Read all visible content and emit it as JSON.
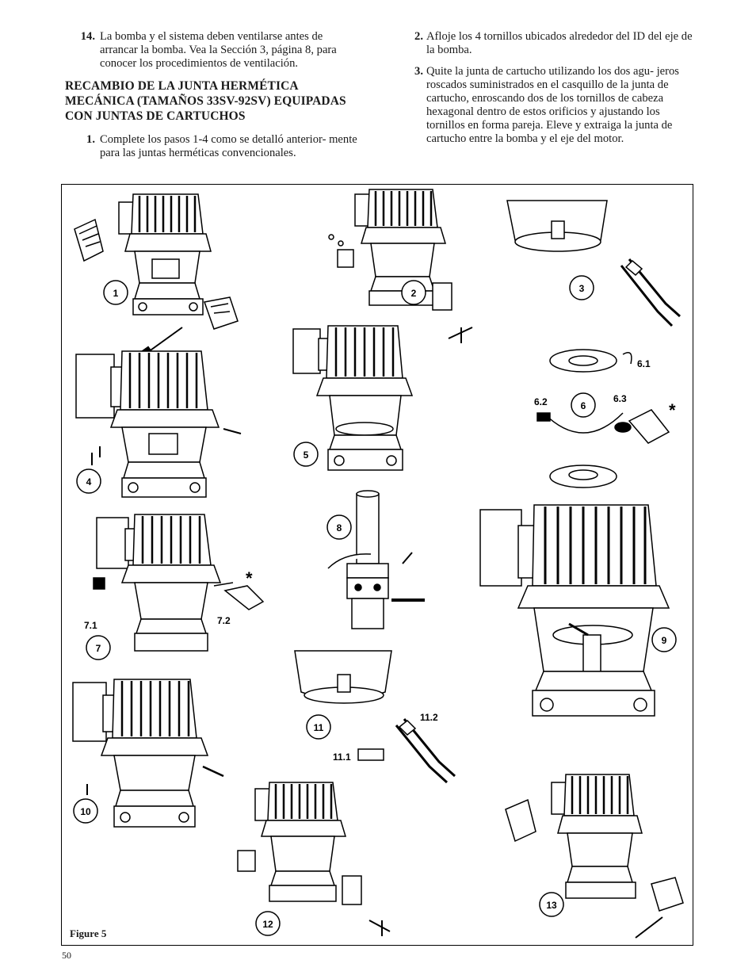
{
  "left_column": {
    "step14": {
      "number": "14.",
      "text": "La bomba y el sistema deben ventilarse antes de arrancar la bomba. Vea la Sección 3, página 8, para conocer los procedimientos de ventilación."
    },
    "heading": "Recambio de la junta hermética mecánica (tamaños 33SV-92SV) equipadas con juntas de cartuchos",
    "step1": {
      "number": "1.",
      "text": "Complete los pasos 1-4 como se detalló anterior- mente para las juntas herméticas convencionales."
    }
  },
  "right_column": {
    "step2": {
      "number": "2.",
      "text": "Afloje los 4 tornillos ubicados alrededor del ID del eje de la bomba."
    },
    "step3": {
      "number": "3.",
      "text": "Quite la junta de cartucho utilizando los dos agu- jeros roscados suministrados en el casquillo de la junta de cartucho, enroscando dos de los tornillos de cabeza hexagonal dentro de estos orificios y ajustando los tornillos en forma pareja. Eleve y extraiga la junta de cartucho entre la bomba y el eje del motor."
    }
  },
  "figure": {
    "caption": "Figure 5",
    "steps": [
      "1",
      "2",
      "3",
      "4",
      "5",
      "6",
      "7",
      "8",
      "9",
      "10",
      "11",
      "12",
      "13"
    ],
    "sub_labels": {
      "s6_1": "6.1",
      "s6_2": "6.2",
      "s6_3": "6.3",
      "s7_1": "7.1",
      "s7_2": "7.2",
      "s11_1": "11.1",
      "s11_2": "11.2",
      "asterisk": "*"
    }
  },
  "page_number": "50"
}
